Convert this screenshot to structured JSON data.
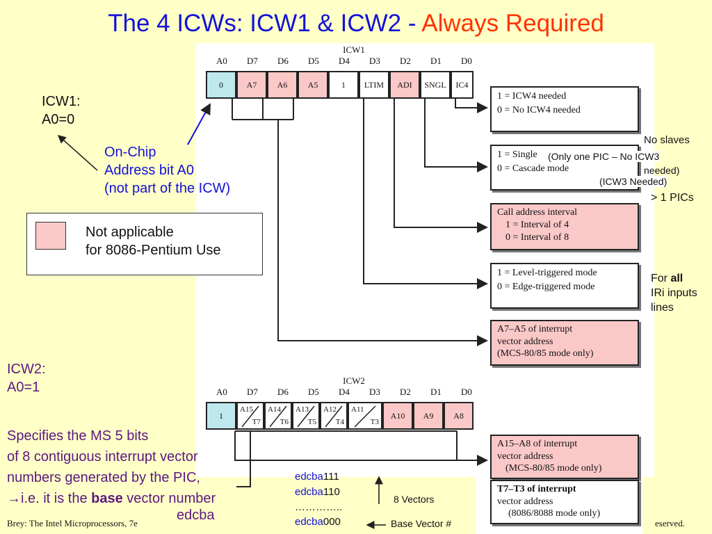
{
  "title": {
    "main": "The 4 ICWs: ICW1 & ICW2 - ",
    "highlight": "Always Required"
  },
  "icw1_label": {
    "line1": "ICW1:",
    "line2": "A0=0"
  },
  "onchip": {
    "line1": "On-Chip",
    "line2": "Address bit A0",
    "line3": "(not part of the ICW)"
  },
  "legend": {
    "line1": "Not applicable",
    "line2": "for 8086-Pentium Use"
  },
  "icw1": {
    "title": "ICW1",
    "headers": [
      "A0",
      "D7",
      "D6",
      "D5",
      "D4",
      "D3",
      "D2",
      "D1",
      "D0"
    ],
    "cells": [
      "0",
      "A7",
      "A6",
      "A5",
      "1",
      "LTIM",
      "ADI",
      "SNGL",
      "IC4"
    ]
  },
  "boxes1": {
    "ic4": {
      "l1": "1 = ICW4 needed",
      "l2": "0 = No ICW4 needed"
    },
    "sngl": {
      "l1": "1 = Single",
      "l2": "0 = Cascade mode"
    },
    "adi": {
      "l1": "Call address interval",
      "l2": "1 = Interval of 4",
      "l3": "0 = Interval of 8"
    },
    "ltim": {
      "l1": "1 = Level-triggered mode",
      "l2": "0 = Edge-triggered mode"
    },
    "a7a5": {
      "l1": "A7–A5 of interrupt",
      "l2": "vector address",
      "l3": "(MCS-80/85 mode only)"
    }
  },
  "notes": {
    "no_slaves": "No slaves",
    "only_one_pic": "(Only one PIC – No ICW3",
    "needed": "needed)",
    "icw3_needed": "(ICW3 Needed)",
    "gt1_pics": "> 1 PICs",
    "for_all_prefix": "For ",
    "for_all_bold": "all",
    "iri_inputs": "IRi inputs",
    "lines": "lines"
  },
  "icw2": {
    "title": "ICW2",
    "headers": [
      "A0",
      "D7",
      "D6",
      "D5",
      "D4",
      "D3",
      "D2",
      "D1",
      "D0"
    ],
    "a0": "1",
    "split": [
      {
        "a": "A15",
        "t": "T7"
      },
      {
        "a": "A14",
        "t": "T6"
      },
      {
        "a": "A13",
        "t": "T5"
      },
      {
        "a": "A12",
        "t": "T4"
      },
      {
        "a": "A11",
        "t": "T3"
      }
    ],
    "pinks": [
      "A10",
      "A9",
      "A8"
    ]
  },
  "boxes2": {
    "a15a8": {
      "l1": "A15–A8 of interrupt",
      "l2": "vector address",
      "l3": "(MCS-80/85 mode only)"
    },
    "t7t3": {
      "l1": "T7–T3 of interrupt",
      "l2": "vector address",
      "l3": "(8086/8088 mode only)"
    }
  },
  "icw2_label": {
    "line1": "ICW2:",
    "line2": "A0=1",
    "line3": "Specifies the MS 5 bits",
    "line4": "of 8 contiguous interrupt vector",
    "line5": "numbers generated by the PIC,",
    "line6_prefix": "i.e. it is the ",
    "line6_bold": "base",
    "line6_suffix": " vector number",
    "line7": "edcba"
  },
  "vectors": {
    "r1a": "edcba",
    "r1b": "111",
    "r2a": "edcba",
    "r2b": "110",
    "dots": "…………..",
    "r4a": "edcba",
    "r4b": "000",
    "eight": "8 Vectors",
    "base": "Base Vector #"
  },
  "footer": {
    "left": "Brey: The Intel Microprocessors, 7e",
    "right": "eserved."
  },
  "colors": {
    "title": "#1212d8",
    "highlight": "#ff3300",
    "pink": "#fbc8c8",
    "cyan": "#bfe8ee",
    "bg": "#ffffc8"
  }
}
